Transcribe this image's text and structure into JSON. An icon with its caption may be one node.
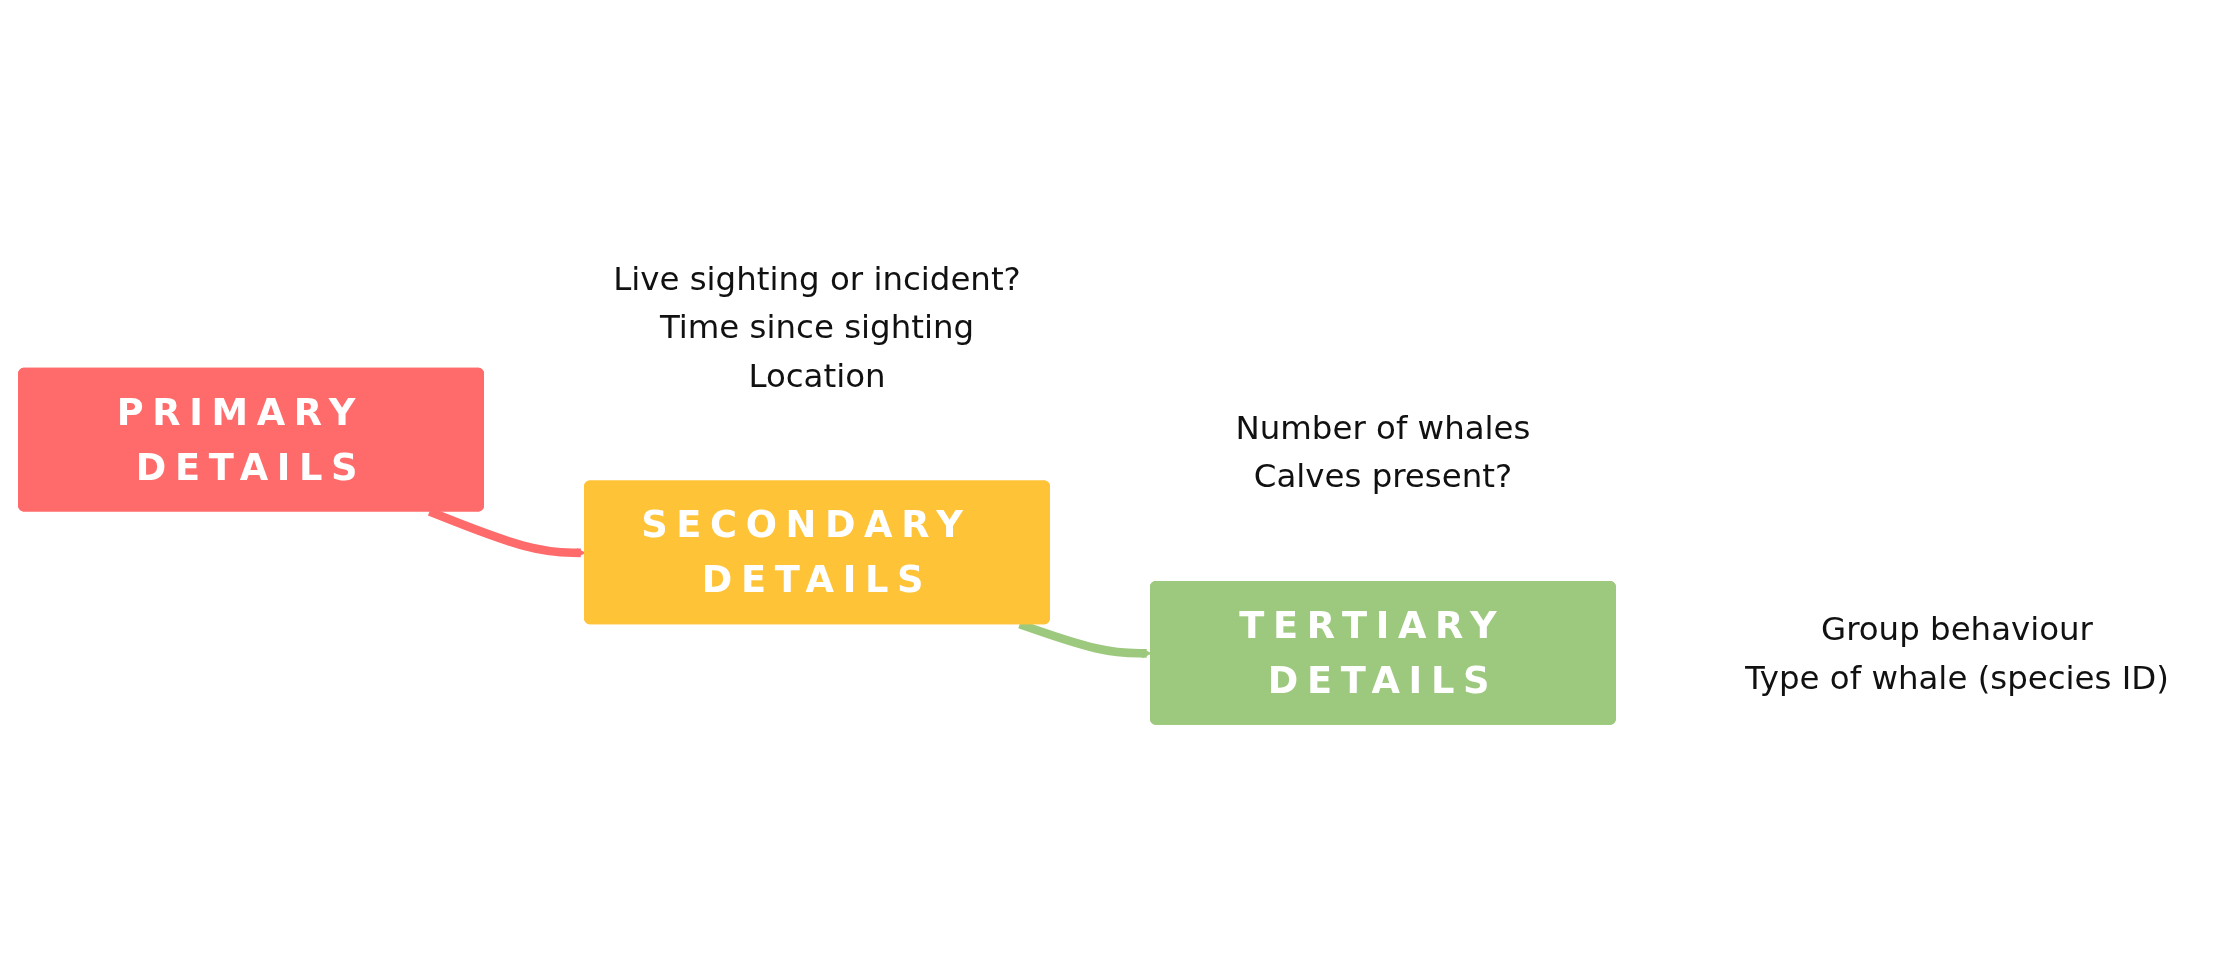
{
  "diagram": {
    "nodes": [
      {
        "text": [
          "PRIMARY DETAILS"
        ],
        "beside": [
          "Live sighting or incident?",
          "Time since sighting",
          "Location"
        ]
      },
      {
        "text": [
          "SECONDARY DETAILS"
        ],
        "beside": [
          "Number of whales",
          "Calves present?"
        ]
      },
      {
        "text": [
          "TERTIARY DETAILS"
        ],
        "beside": [
          "Group behaviour",
          "Type of whale (species ID)"
        ]
      }
    ],
    "edges": [
      {
        "from": 0,
        "to": 1,
        "arrow": "to",
        "color": "#ff6b6b"
      },
      {
        "from": 1,
        "to": 2,
        "arrow": "to",
        "color": "#9dc97e"
      }
    ]
  }
}
